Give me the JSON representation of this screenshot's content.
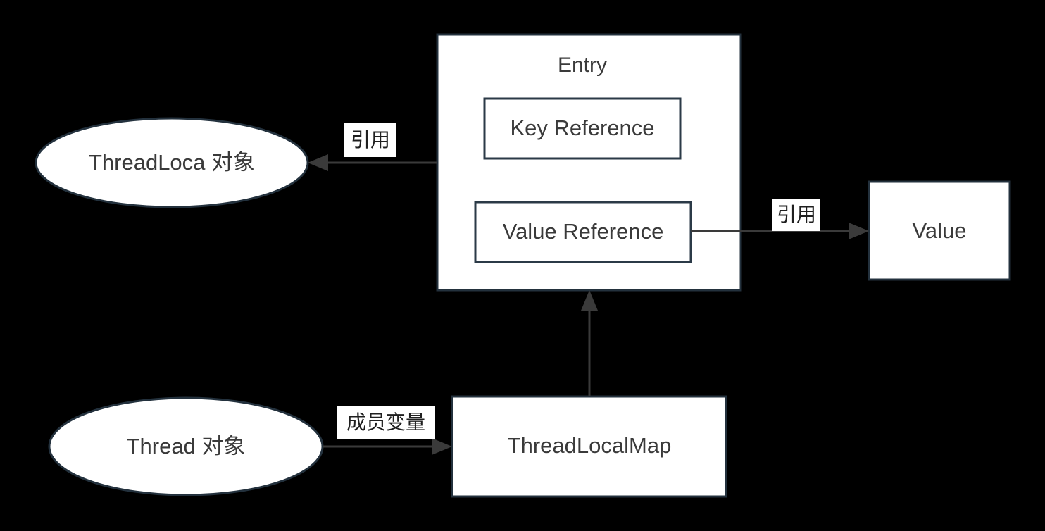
{
  "diagram": {
    "title": "ThreadLocal reference relationship diagram",
    "background_color": "#000000",
    "node_fill": "#ffffff",
    "node_stroke": "#23313d",
    "text_color": "#3a3a3a",
    "edge_color": "#3a3a3a",
    "nodes": {
      "threadlocal_object": {
        "label": "ThreadLoca 对象",
        "shape": "ellipse"
      },
      "thread_object": {
        "label": "Thread 对象",
        "shape": "ellipse"
      },
      "entry": {
        "label": "Entry",
        "shape": "rectangle"
      },
      "key_reference": {
        "label": "Key Reference",
        "shape": "rectangle"
      },
      "value_reference": {
        "label": "Value Reference",
        "shape": "rectangle"
      },
      "value": {
        "label": "Value",
        "shape": "rectangle"
      },
      "threadlocalmap": {
        "label": "ThreadLocalMap",
        "shape": "rectangle"
      }
    },
    "edges": {
      "entry_to_threadlocal": {
        "label": "引用",
        "from": "entry",
        "to": "threadlocal_object",
        "direction": "left"
      },
      "valueref_to_value": {
        "label": "引用",
        "from": "value_reference",
        "to": "value",
        "direction": "right"
      },
      "thread_to_map": {
        "label": "成员变量",
        "from": "thread_object",
        "to": "threadlocalmap",
        "direction": "right"
      },
      "map_to_entry": {
        "label": "",
        "from": "threadlocalmap",
        "to": "entry",
        "direction": "up"
      }
    }
  }
}
